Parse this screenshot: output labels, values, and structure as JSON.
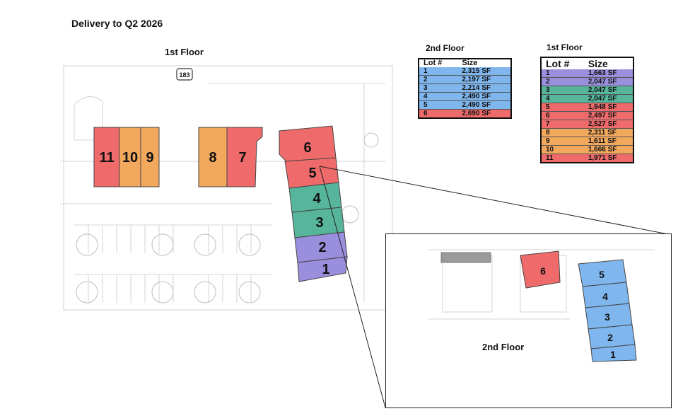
{
  "header": {
    "title": "Delivery to Q2 2026"
  },
  "labels": {
    "first_floor_top": "1st Floor",
    "second_floor_inset": "2nd Floor",
    "highway_badge": "183"
  },
  "tables": {
    "second_floor": {
      "title": "2nd Floor",
      "columns": [
        "Lot #",
        "Size"
      ],
      "rows": [
        {
          "lot": "1",
          "size": "2,315 SF",
          "color": "#7fb6ee"
        },
        {
          "lot": "2",
          "size": "2,197 SF",
          "color": "#7fb6ee"
        },
        {
          "lot": "3",
          "size": "2,214 SF",
          "color": "#7fb6ee"
        },
        {
          "lot": "4",
          "size": "2,490 SF",
          "color": "#7fb6ee"
        },
        {
          "lot": "5",
          "size": "2,490 SF",
          "color": "#7fb6ee"
        },
        {
          "lot": "6",
          "size": "2,690 SF",
          "color": "#ef6b6b"
        }
      ]
    },
    "first_floor": {
      "title": "1st Floor",
      "columns": [
        "Lot #",
        "Size"
      ],
      "rows": [
        {
          "lot": "1",
          "size": "1,663 SF",
          "color": "#9a8fdc"
        },
        {
          "lot": "2",
          "size": "2,047 SF",
          "color": "#9a8fdc"
        },
        {
          "lot": "3",
          "size": "2,047 SF",
          "color": "#56b59a"
        },
        {
          "lot": "4",
          "size": "2,047 SF",
          "color": "#56b59a"
        },
        {
          "lot": "5",
          "size": "1,948 SF",
          "color": "#ef6b6b"
        },
        {
          "lot": "6",
          "size": "2,497 SF",
          "color": "#ef6b6b"
        },
        {
          "lot": "7",
          "size": "2,527 SF",
          "color": "#ef6b6b"
        },
        {
          "lot": "8",
          "size": "2,311 SF",
          "color": "#f2a95e"
        },
        {
          "lot": "9",
          "size": "1,611 SF",
          "color": "#f2a95e"
        },
        {
          "lot": "10",
          "size": "1,666 SF",
          "color": "#f2a95e"
        },
        {
          "lot": "11",
          "size": "1,971 SF",
          "color": "#ef6b6b"
        }
      ]
    }
  },
  "plan_first_floor": {
    "lots": [
      {
        "lot": "11",
        "color": "#ef6b6b"
      },
      {
        "lot": "10",
        "color": "#f2a95e"
      },
      {
        "lot": "9",
        "color": "#f2a95e"
      },
      {
        "lot": "8",
        "color": "#f2a95e"
      },
      {
        "lot": "7",
        "color": "#ef6b6b"
      },
      {
        "lot": "6",
        "color": "#ef6b6b"
      },
      {
        "lot": "5",
        "color": "#ef6b6b"
      },
      {
        "lot": "4",
        "color": "#56b59a"
      },
      {
        "lot": "3",
        "color": "#56b59a"
      },
      {
        "lot": "2",
        "color": "#9a8fdc"
      },
      {
        "lot": "1",
        "color": "#9a8fdc"
      }
    ]
  },
  "plan_second_floor": {
    "lots": [
      {
        "lot": "6",
        "color": "#ef6b6b"
      },
      {
        "lot": "5",
        "color": "#7fb6ee"
      },
      {
        "lot": "4",
        "color": "#7fb6ee"
      },
      {
        "lot": "3",
        "color": "#7fb6ee"
      },
      {
        "lot": "2",
        "color": "#7fb6ee"
      },
      {
        "lot": "1",
        "color": "#7fb6ee"
      }
    ]
  }
}
